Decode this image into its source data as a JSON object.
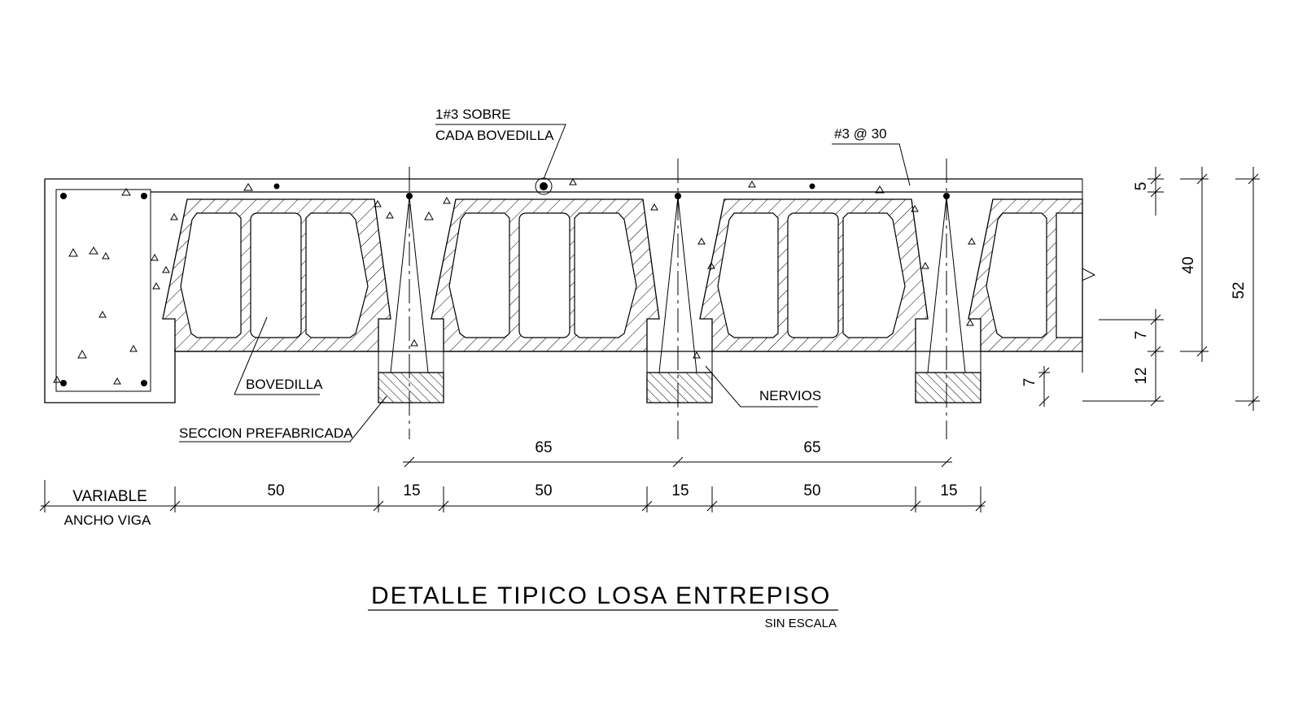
{
  "title": "DETALLE TIPICO LOSA ENTREPISO",
  "subtitle": "SIN ESCALA",
  "labels": {
    "rebar_top_line1": "1#3 SOBRE",
    "rebar_top_line2": "CADA BOVEDILLA",
    "rebar_mesh": "#3 @ 30",
    "bovedilla": "BOVEDILLA",
    "seccion": "SECCION PREFABRICADA",
    "nervios": "NERVIOS"
  },
  "dims_horizontal_top": [
    "65",
    "65"
  ],
  "dims_horizontal_bottom": {
    "variable_line1": "VARIABLE",
    "variable_line2": "ANCHO VIGA",
    "segments": [
      "50",
      "15",
      "50",
      "15",
      "50",
      "15"
    ]
  },
  "dims_vertical": {
    "topping": "5",
    "block": "40",
    "total": "52",
    "flange": "7",
    "rib_bottom": "12",
    "joist_base": "7"
  },
  "hatching": {
    "block_hatch": "diagonal-45",
    "joist_hatch": "diagonal-135",
    "concrete_fill": "stippled-with-aggregate-triangles"
  }
}
